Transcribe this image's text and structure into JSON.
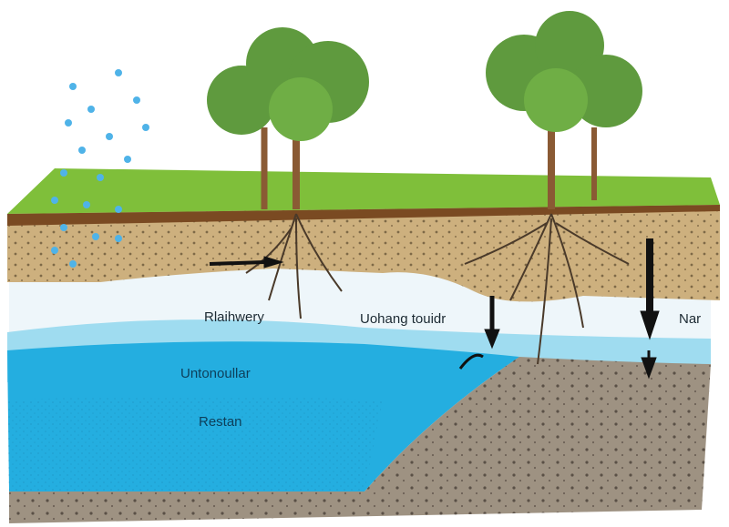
{
  "labels": {
    "upper_left": "Rlaihwery",
    "upper_middle": "Uohang touidr",
    "upper_right": "Nar",
    "water_upper": "Untonoullar",
    "water_lower": "Restan"
  },
  "colors": {
    "grass": "#7fbf3a",
    "soil": "#c8a878",
    "unsaturated_zone": "#eef6fa",
    "water_light": "#9fdcf0",
    "water": "#24aee0",
    "bedrock": "#9e9282",
    "tree_foliage": "#5f9a3e",
    "trunk": "#8a5a34",
    "rain": "#4fb3e8"
  }
}
